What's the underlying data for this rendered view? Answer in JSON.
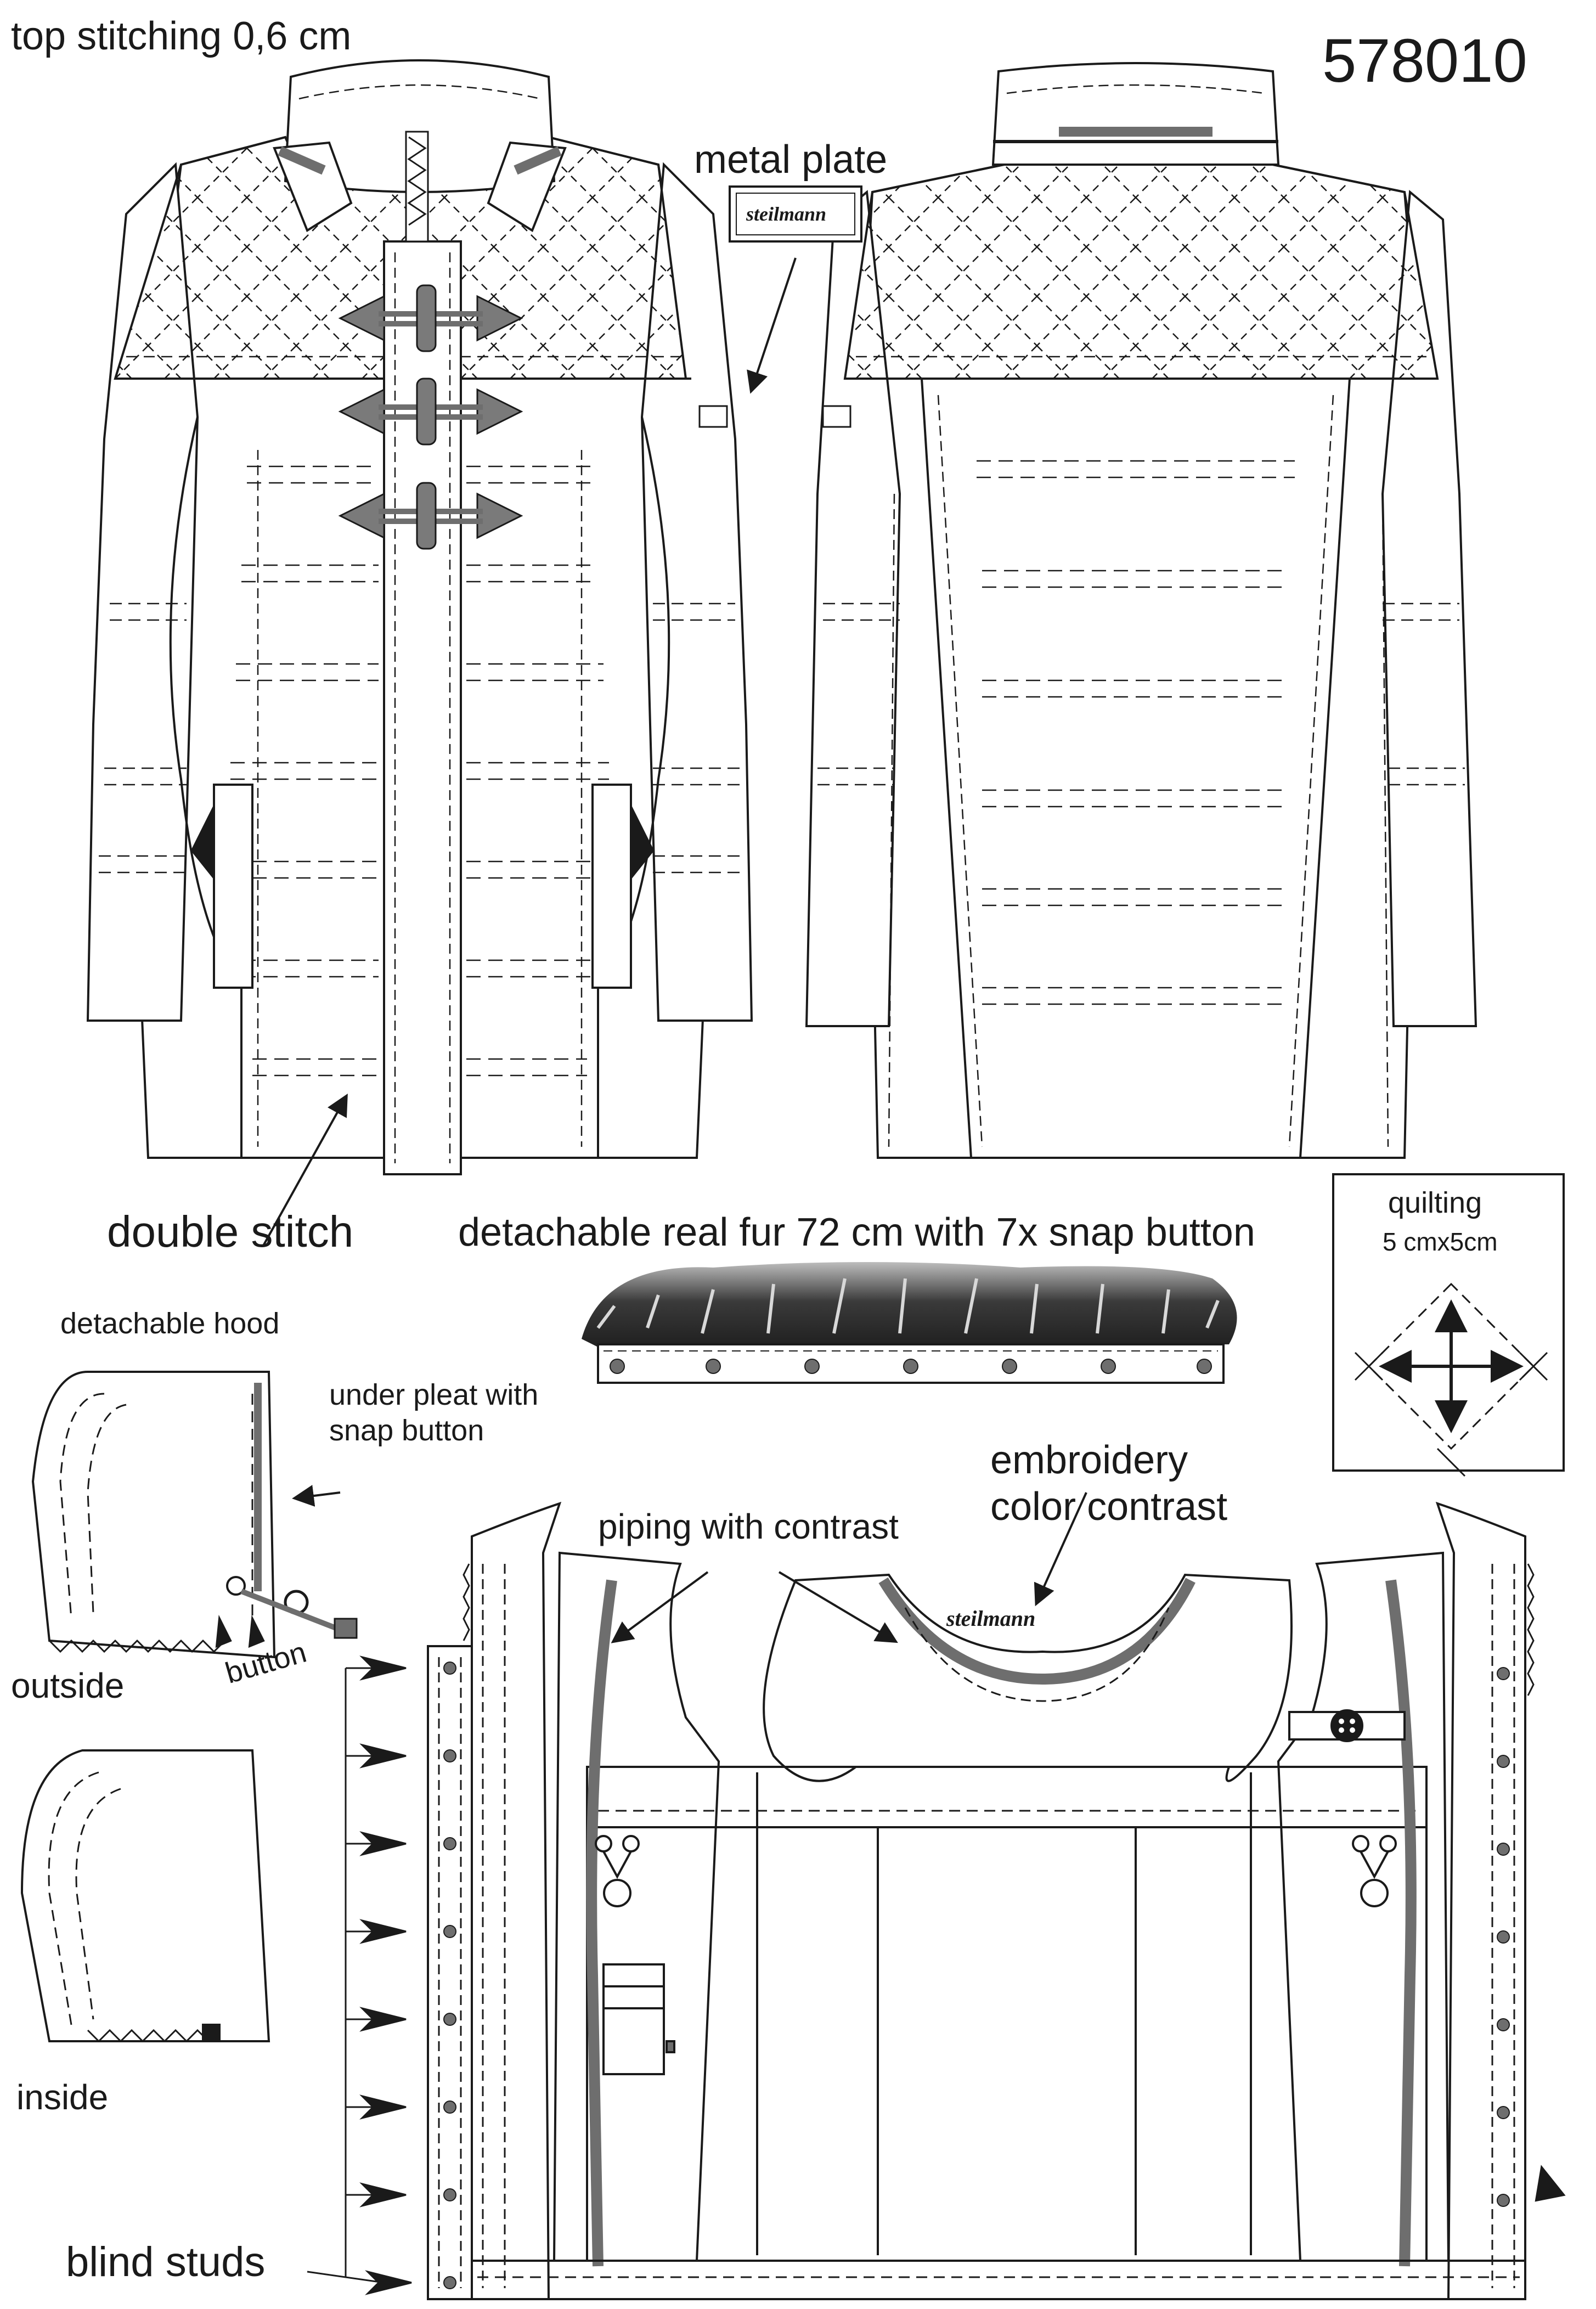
{
  "header": {
    "top_stitching": "top stitching 0,6 cm",
    "style_number": "578010"
  },
  "callouts": {
    "metal_plate": "metal plate",
    "double_stitch": "double stitch",
    "fur": "detachable real fur 72 cm with 7x snap button",
    "quilting_title": "quilting",
    "quilting_size": "5 cmx5cm",
    "detachable_hood": "detachable hood",
    "under_pleat": [
      "under pleat with",
      "snap button"
    ],
    "outside": "outside",
    "button": "button",
    "inside": "inside",
    "piping": "piping with contrast",
    "embroidery": [
      "embroidery",
      "color contrast"
    ],
    "blind_studs": "blind studs"
  },
  "brand": {
    "plate_text": "steilmann",
    "neck_embroidery": "steilmann"
  },
  "colors": {
    "line": "#1a1a1a",
    "contrast_grey": "#6e6e6e",
    "toggle_grey": "#7a7a7a",
    "fur_dark": "#2b2b2b"
  }
}
